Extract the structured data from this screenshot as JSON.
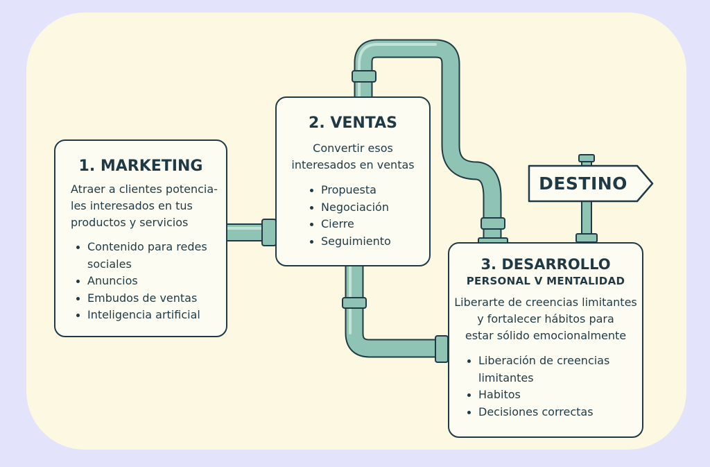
{
  "colors": {
    "background": "#e3e4fb",
    "panel": "#fcf8e1",
    "card_fill": "#fdfcf3",
    "outline": "#1f3a44",
    "pipe": "#8fc3b3",
    "pipe_highlight": "#c4e3d8"
  },
  "cards": [
    {
      "title": "1. MARKETING",
      "description": [
        "Atraer a clientes potencia-",
        "les interesados en tus",
        "productos y servicios"
      ],
      "items": [
        "Contenido para redes",
        "sociales",
        "Anuncios",
        "Embudos de ventas",
        "Inteligencia artificial"
      ]
    },
    {
      "title": "2. VENTAS",
      "description": [
        "Convertir esos",
        "interesados en ventas"
      ],
      "items": [
        "Propuesta",
        "Negociación",
        "Cierre",
        "Seguimiento"
      ]
    },
    {
      "title": "3. DESARROLLO",
      "subtitle": "PERSONAL V MENTALIDAD",
      "description": [
        "Liberarte de creencias limitantes",
        "y fortalecer hábitos para",
        "estar sólido emocionalmente"
      ],
      "items": [
        "Liberación de creencias",
        "limitantes",
        "Habitos",
        "Decisiones correctas"
      ]
    }
  ],
  "sign": {
    "label": "DESTINO",
    "icon": "arrow-sign-icon"
  }
}
